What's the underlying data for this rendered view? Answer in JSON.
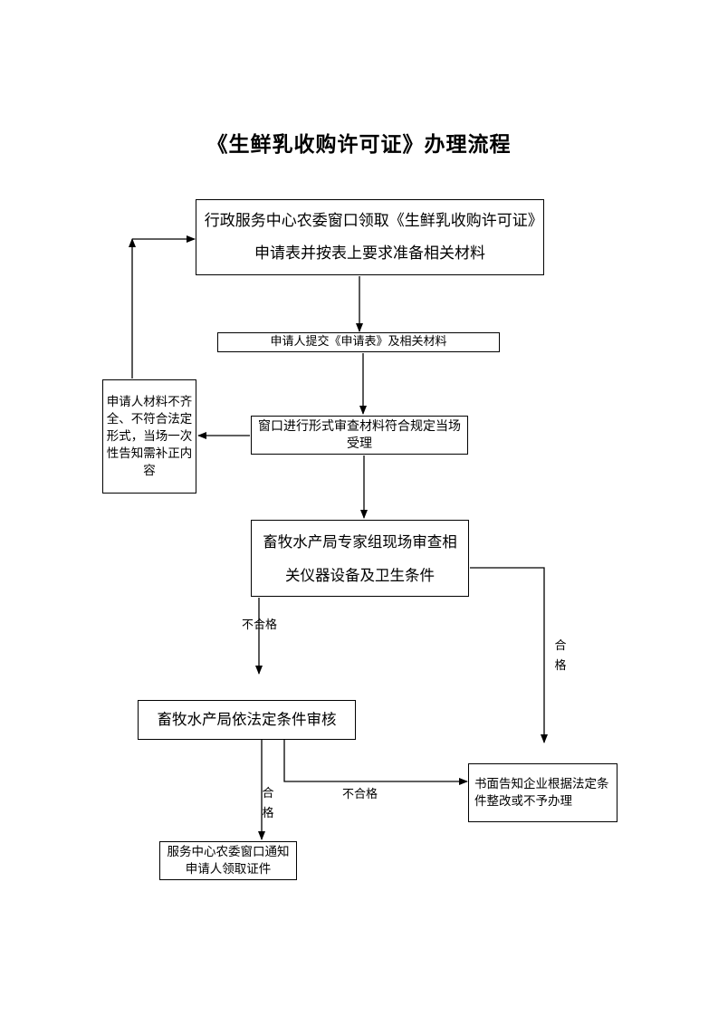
{
  "title": "《生鲜乳收购许可证》办理流程",
  "nodes": {
    "b1": "行政服务中心农委窗口领取《生鲜乳收购许可证》申请表并按表上要求准备相关材料",
    "b2": "申请人提交《申请表》及相关材料",
    "b3": "窗口进行形式审查材料符合规定当场受理",
    "b4": "申请人材料不齐全、不符合法定形式，当场一次性告知需补正内容",
    "b5": "畜牧水产局专家组现场审查相关仪器设备及卫生条件",
    "b6": "畜牧水产局依法定条件审核",
    "b7": "书面告知企业根据法定条件整改或不予办理",
    "b8": "服务中心农委窗口通知申请人领取证件"
  },
  "labels": {
    "fail_1": "不合格",
    "pass_1": "合格",
    "pass_2": "合格",
    "fail_2": "不合格"
  },
  "edges": [
    {
      "from": "b1",
      "to": "b2"
    },
    {
      "from": "b2",
      "to": "b3"
    },
    {
      "from": "b3",
      "to": "b4"
    },
    {
      "from": "b4",
      "to": "b1"
    },
    {
      "from": "b3",
      "to": "b5"
    },
    {
      "from": "b5",
      "to": "b6",
      "label": "不合格"
    },
    {
      "from": "b5",
      "to": "b7",
      "label": "合格"
    },
    {
      "from": "b6",
      "to": "b8",
      "label": "合格"
    },
    {
      "from": "b6",
      "to": "b7",
      "label": "不合格"
    }
  ]
}
